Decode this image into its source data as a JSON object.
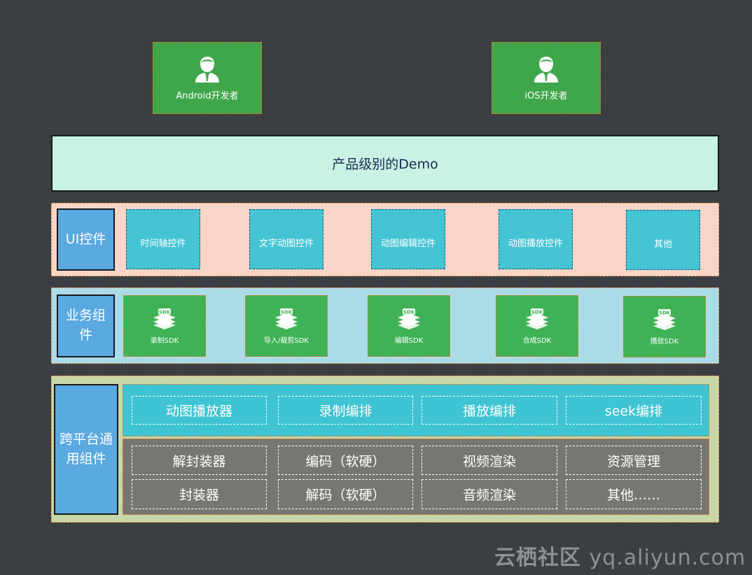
{
  "developers": [
    {
      "label": "Android开发者",
      "icon": "developer-icon"
    },
    {
      "label": "iOS开发者",
      "icon": "developer-icon"
    }
  ],
  "demo": {
    "label": "产品级别的Demo"
  },
  "ui_layer": {
    "title": "UI控件",
    "items": [
      "时间轴控件",
      "文字动图控件",
      "动图编辑控件",
      "动图播放控件",
      "其他"
    ]
  },
  "biz_layer": {
    "title_line1": "业务组",
    "title_line2": "件",
    "sdk_badge": "SDK",
    "items": [
      "录制SDK",
      "导入/裁剪SDK",
      "编辑SDK",
      "合成SDK",
      "播放SDK"
    ]
  },
  "cross_layer": {
    "title_line1": "跨平台通",
    "title_line2": "用组件",
    "top_row": [
      "动图播放器",
      "录制编排",
      "播放编排",
      "seek编排"
    ],
    "gray_row1": [
      "解封装器",
      "编码（软硬）",
      "视频渲染",
      "资源管理"
    ],
    "gray_row2": [
      "封装器",
      "解码（软硬）",
      "音频渲染",
      "其他……"
    ]
  },
  "watermark": {
    "brand": "云栖社区",
    "url": "yq.aliyun.com"
  },
  "colors": {
    "background": "#3b3e42",
    "developer_green": "#3fa64a",
    "demo_mint": "#c8f2e3",
    "ui_panel": "#f7d6c9",
    "biz_panel": "#acdbe8",
    "cross_panel": "#c8d7a7",
    "label_blue": "#5aa9e0",
    "teal": "#3ec4d2",
    "gray": "#787673"
  }
}
